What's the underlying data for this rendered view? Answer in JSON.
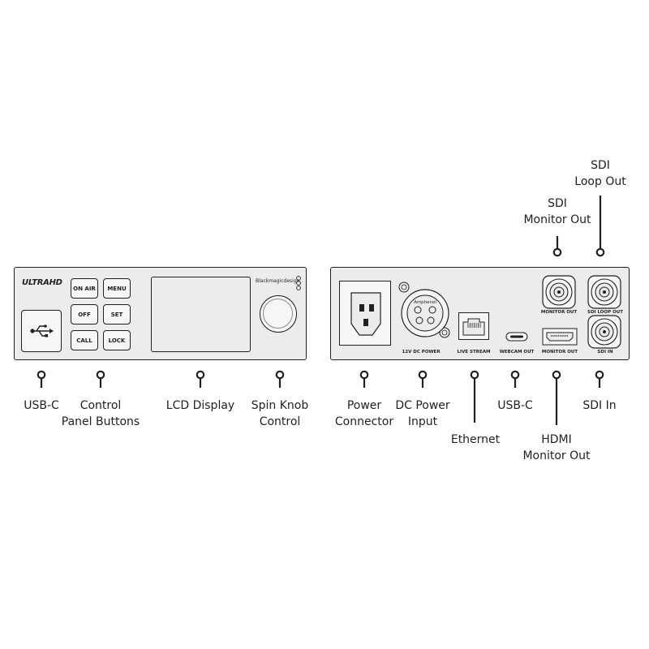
{
  "front": {
    "logo": "ULTRAHD",
    "brand": "Blackmagicdesign",
    "buttons": [
      "ON AIR",
      "MENU",
      "OFF",
      "SET",
      "CALL",
      "LOCK"
    ]
  },
  "rear": {
    "amphenol": "Amphenol",
    "port_labels": {
      "dc_power": "12V DC POWER",
      "live_stream": "LIVE STREAM",
      "webcam_out": "WEBCAM OUT",
      "monitor_out_hdmi": "MONITOR OUT",
      "monitor_out_sdi": "MONITOR OUT",
      "sdi_loop_out": "SDI LOOP OUT",
      "sdi_in": "SDI IN"
    }
  },
  "callouts": {
    "usb_c_front": [
      "USB-C"
    ],
    "control_panel_buttons": [
      "Control",
      "Panel Buttons"
    ],
    "lcd_display": [
      "LCD Display"
    ],
    "spin_knob": [
      "Spin Knob",
      "Control"
    ],
    "power_connector": [
      "Power",
      "Connector"
    ],
    "dc_power_input": [
      "DC Power",
      "Input"
    ],
    "ethernet": [
      "Ethernet"
    ],
    "usb_c_rear": [
      "USB-C"
    ],
    "hdmi_monitor_out": [
      "HDMI",
      "Monitor Out"
    ],
    "sdi_in": [
      "SDI In"
    ],
    "sdi_monitor_out": [
      "SDI",
      "Monitor Out"
    ],
    "sdi_loop_out": [
      "SDI",
      "Loop Out"
    ]
  }
}
